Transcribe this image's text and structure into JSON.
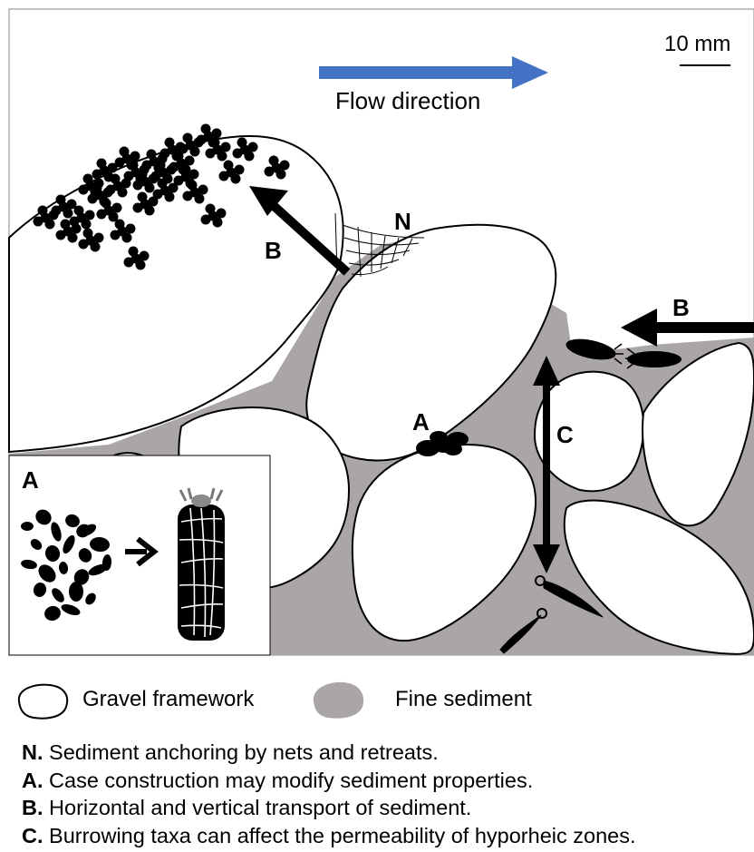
{
  "scale_bar": {
    "label": "10 mm"
  },
  "flow": {
    "label": "Flow direction",
    "color": "#4472c4"
  },
  "markers": {
    "N": "N",
    "B_upper": "B",
    "B_right": "B",
    "A": "A",
    "C": "C",
    "A_inset": "A"
  },
  "legend": {
    "gravel_label": "Gravel framework",
    "fine_label": "Fine sediment",
    "fine_color": "#aaa6a6"
  },
  "notes": [
    {
      "key": "N.",
      "text": " Sediment anchoring by nets and retreats."
    },
    {
      "key": "A.",
      "text": " Case construction may modify sediment properties."
    },
    {
      "key": "B.",
      "text": " Horizontal and vertical transport of sediment."
    },
    {
      "key": "C.",
      "text": " Burrowing taxa can affect the permeability of hyporheic zones."
    }
  ],
  "icons": [
    "scale-bar",
    "flow-arrow",
    "pellet-clusters",
    "net",
    "larva",
    "case",
    "double-arrow"
  ]
}
